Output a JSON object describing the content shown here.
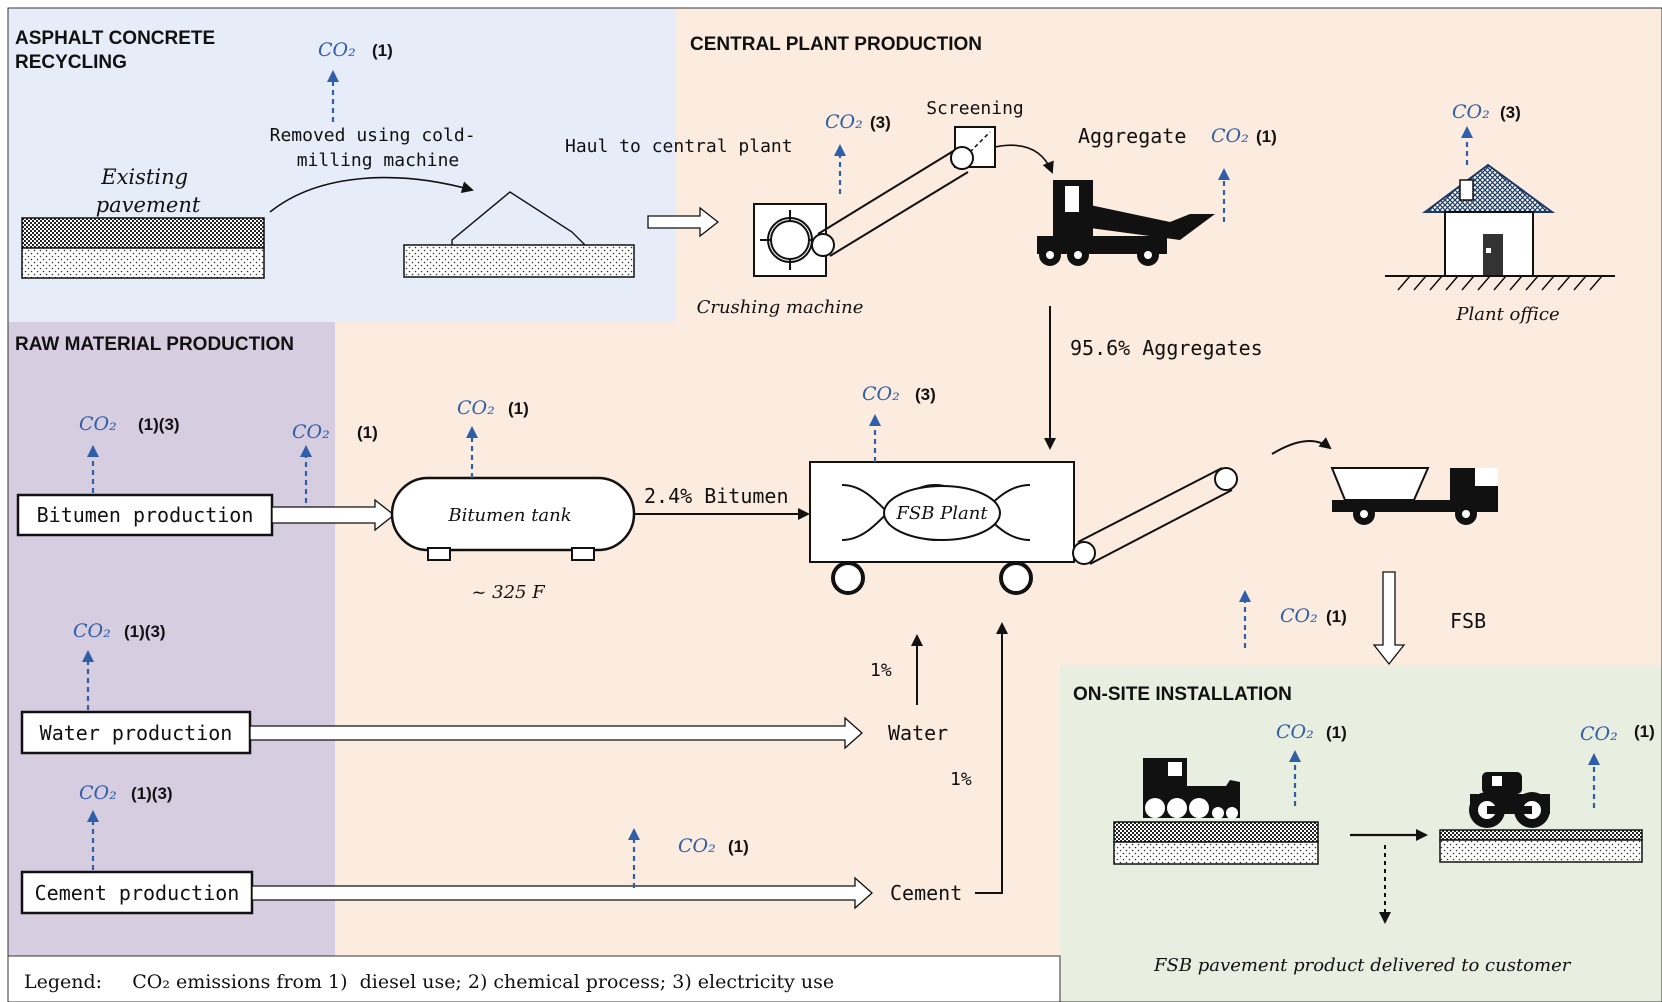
{
  "sections": {
    "recycling": "ASPHALT CONCRETE\nRECYCLING",
    "central": "CENTRAL PLANT PRODUCTION",
    "raw": "RAW MATERIAL PRODUCTION",
    "onsite": "ON-SITE INSTALLATION"
  },
  "labels": {
    "existing_pavement": "Existing\npavement",
    "removed": "Removed using cold-\nmilling machine",
    "haul": "Haul to central plant",
    "screening": "Screening",
    "aggregate": "Aggregate",
    "crushing": "Crushing machine",
    "plant_office": "Plant office",
    "aggregates_pct": "95.6% Aggregates",
    "bitumen_production": "Bitumen production",
    "bitumen_tank": "Bitumen tank",
    "temp": "~ 325 F",
    "bitumen_pct": "2.4% Bitumen",
    "fsb_plant": "FSB Plant",
    "water_production": "Water production",
    "water": "Water",
    "water_pct": "1%",
    "cement_pct": "1%",
    "cement_production": "Cement production",
    "cement": "Cement",
    "fsb": "FSB",
    "delivered": "FSB pavement product delivered to customer",
    "legend": "Legend:     CO₂ emissions from 1)  diesel use; 2) chemical process; 3) electricity use"
  },
  "co2": {
    "label": "CO₂",
    "recycling": "(1)",
    "crushing": "(3)",
    "aggregate": "(1)",
    "office": "(3)",
    "bitumen_prod_a": "(1)(3)",
    "bitumen_prod_b": "(1)",
    "tank": "(1)",
    "fsb_plant": "(3)",
    "water_prod": "(1)(3)",
    "cement_prod": "(1)(3)",
    "cement_haul": "(1)",
    "fsb_haul": "(1)",
    "paver": "(1)",
    "roller": "(1)"
  },
  "colors": {
    "recycling_bg": "#e6edf8",
    "central_bg": "#fcece0",
    "raw_bg": "#d7cde1",
    "onsite_bg": "#e9efe0",
    "co2_blue": "#2e5fa8"
  }
}
